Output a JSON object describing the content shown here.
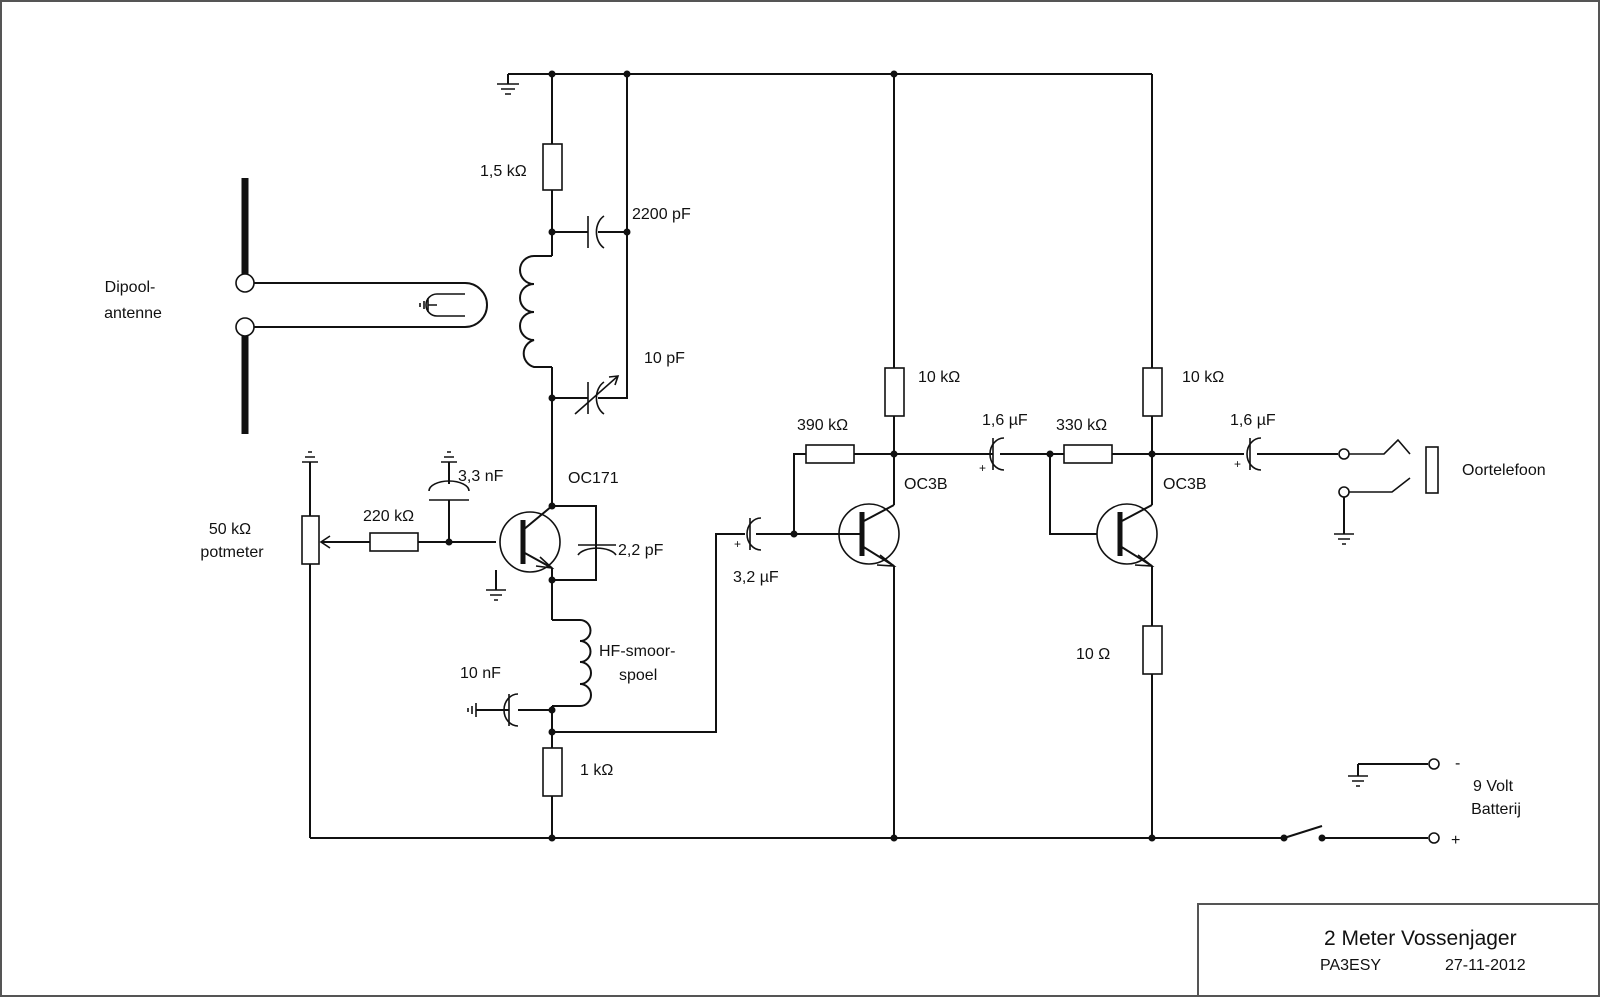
{
  "title_block": {
    "title": "2 Meter Vossenjager",
    "author": "PA3ESY",
    "date": "27-11-2012"
  },
  "labels": {
    "antenna": [
      "Dipool-",
      "antenne"
    ],
    "r_1k5": "1,5 kΩ",
    "c_2200p": "2200 pF",
    "c_10p": "10 pF",
    "c_3n3": "3,3 nF",
    "q1": "OC171",
    "c_2p2": "2,2 pF",
    "r_220k": "220 kΩ",
    "pot": [
      "50 kΩ",
      "potmeter"
    ],
    "choke": [
      "HF-smoor-",
      "spoel"
    ],
    "c_10n": "10 nF",
    "r_1k": "1 kΩ",
    "c_3u2": "3,2 µF",
    "r_390k": "390 kΩ",
    "r_10k_a": "10 kΩ",
    "q2": "OC3B",
    "c_1u6_a": "1,6 µF",
    "r_330k": "330 kΩ",
    "r_10k_b": "10 kΩ",
    "q3": "OC3B",
    "c_1u6_b": "1,6 µF",
    "r_10": "10 Ω",
    "earphone": "Oortelefoon",
    "battery": [
      "9 Volt",
      "Batterij"
    ],
    "minus": "-",
    "plus": "+",
    "cap_plus": "+"
  }
}
